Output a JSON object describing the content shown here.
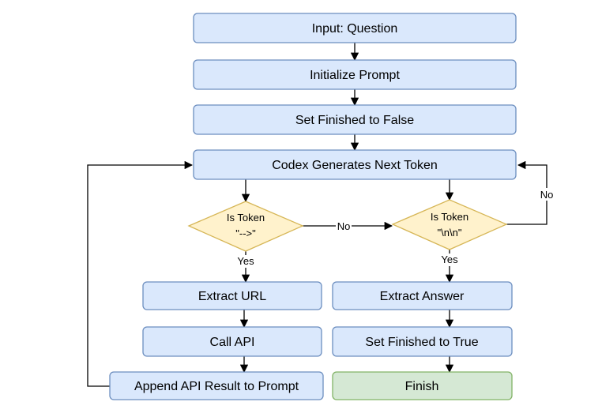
{
  "flowchart": {
    "input": "Input: Question",
    "init_prompt": "Initialize Prompt",
    "set_false": "Set Finished to False",
    "generate": "Codex Generates Next Token",
    "decision_api": {
      "line1": "Is Token",
      "line2": "\"-->\""
    },
    "decision_newline": {
      "line1": "Is Token",
      "line2": "\"\\n\\n\""
    },
    "extract_url": "Extract URL",
    "call_api": "Call API",
    "append_result": "Append API Result to Prompt",
    "extract_answer": "Extract Answer",
    "set_true": "Set Finished to True",
    "finish": "Finish",
    "edge_labels": {
      "no_middle": "No",
      "no_right": "No",
      "yes_left": "Yes",
      "yes_right": "Yes"
    }
  },
  "colors": {
    "process_fill": "#dae8fc",
    "process_stroke": "#6c8ebf",
    "decision_fill": "#fff2cc",
    "decision_stroke": "#d6b656",
    "terminal_fill": "#d5e8d4",
    "terminal_stroke": "#82b366"
  }
}
